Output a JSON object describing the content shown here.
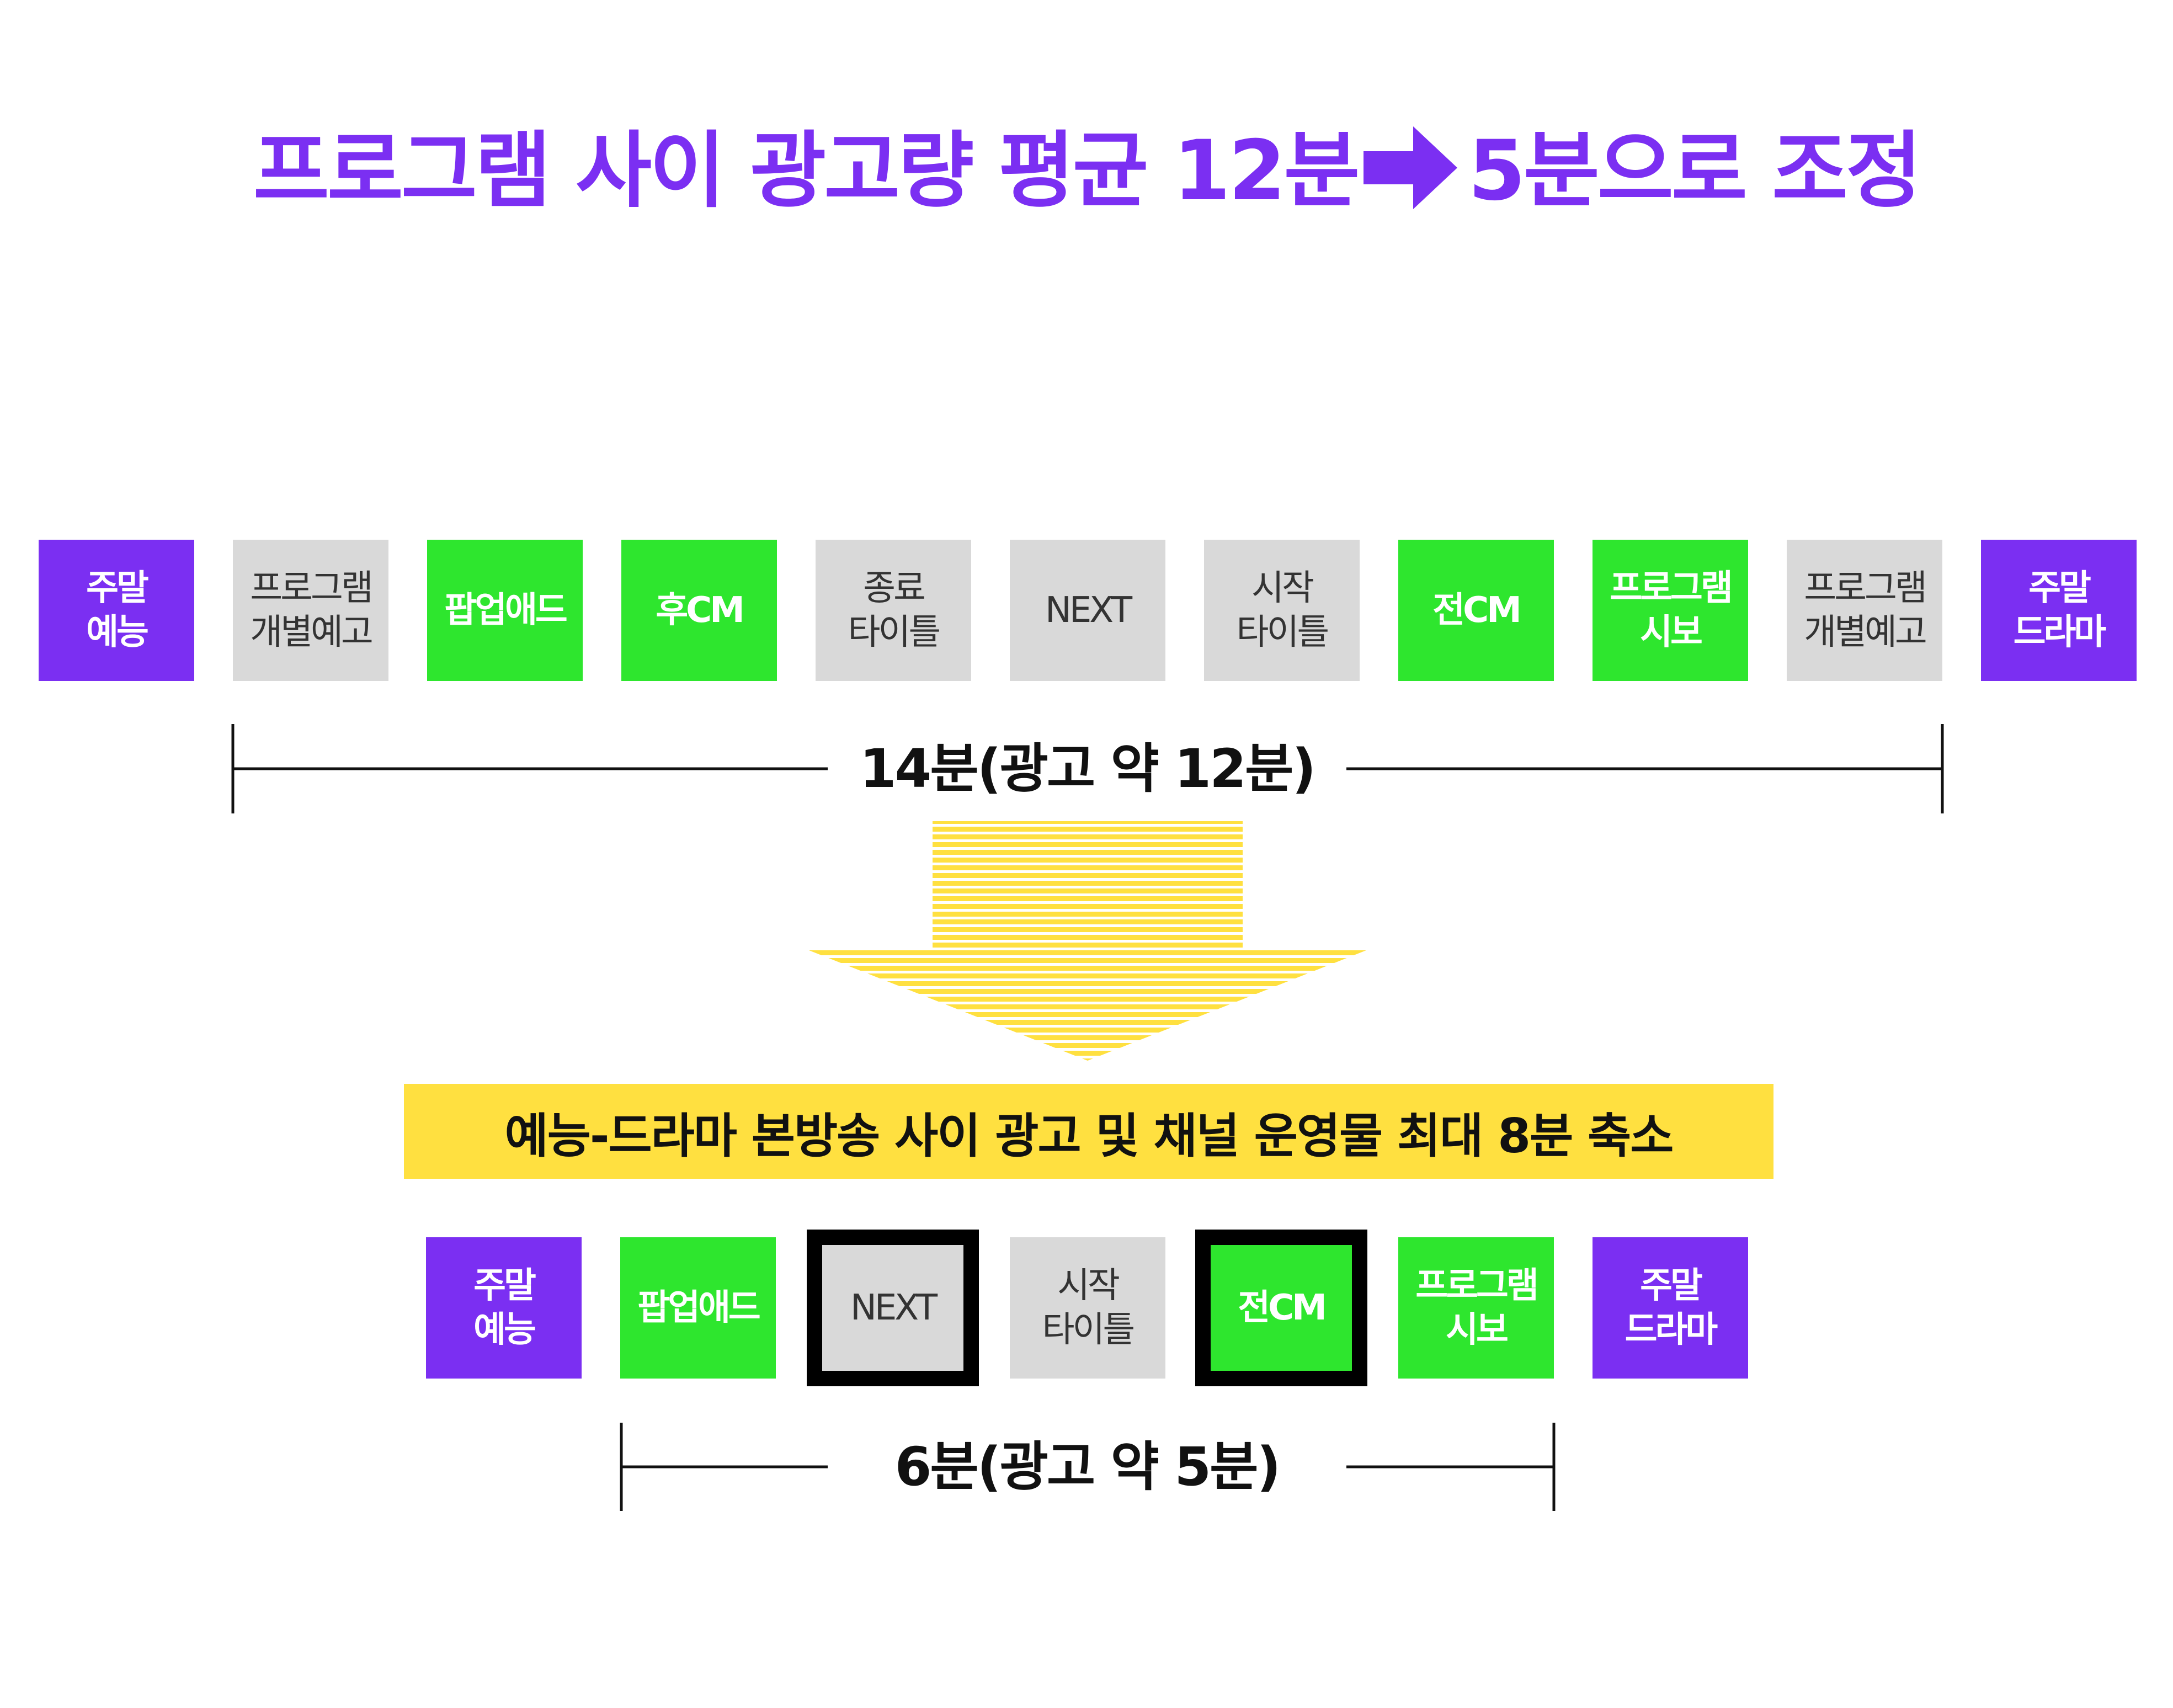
{
  "title": {
    "before_arrow": "프로그램 사이 광고량 평균 12분",
    "after_arrow": "5분으로 조정",
    "arrow_icon": "right-arrow-icon",
    "color": "#7b2ff2"
  },
  "colors": {
    "purple": "#7b2ff2",
    "green": "#2ee62e",
    "gray": "#d9d9d9",
    "yellow": "#ffe040",
    "black": "#000000"
  },
  "before": {
    "blocks": [
      {
        "label": "주말\n예능",
        "type": "purple"
      },
      {
        "label": "프로그램\n개별예고",
        "type": "gray"
      },
      {
        "label": "팝업애드",
        "type": "green"
      },
      {
        "label": "후CM",
        "type": "green"
      },
      {
        "label": "종료\n타이틀",
        "type": "gray"
      },
      {
        "label": "NEXT",
        "type": "gray"
      },
      {
        "label": "시작\n타이틀",
        "type": "gray"
      },
      {
        "label": "전CM",
        "type": "green"
      },
      {
        "label": "프로그램\n시보",
        "type": "green"
      },
      {
        "label": "프로그램\n개별예고",
        "type": "gray"
      },
      {
        "label": "주말\n드라마",
        "type": "purple"
      }
    ],
    "span_label": "14분(광고 약 12분)"
  },
  "arrow": {
    "icon": "down-arrow-icon",
    "color": "#ffe040"
  },
  "banner": {
    "text": "예능-드라마 본방송 사이 광고 및 채널 운영물 최대 8분 축소"
  },
  "after": {
    "blocks": [
      {
        "label": "주말\n예능",
        "type": "purple"
      },
      {
        "label": "팝업애드",
        "type": "green"
      },
      {
        "label": "NEXT",
        "type": "gray",
        "outlined": true
      },
      {
        "label": "시작\n타이틀",
        "type": "gray"
      },
      {
        "label": "전CM",
        "type": "green",
        "outlined": true
      },
      {
        "label": "프로그램\n시보",
        "type": "green"
      },
      {
        "label": "주말\n드라마",
        "type": "purple"
      }
    ],
    "span_label": "6분(광고 약 5분)"
  }
}
